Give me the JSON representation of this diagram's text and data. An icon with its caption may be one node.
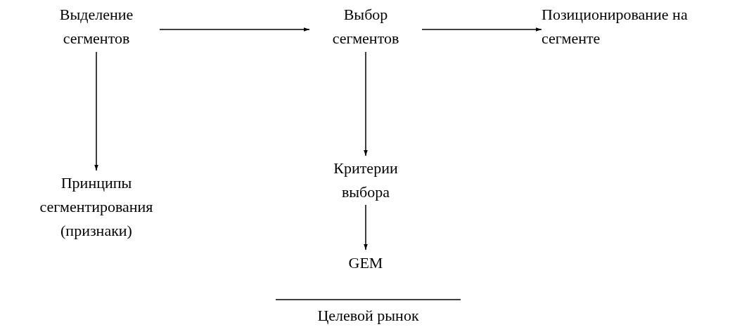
{
  "diagram": {
    "nodes": [
      {
        "text": [
          "Выделение сегментов"
        ]
      },
      {
        "text": [
          "Выбор сегментов"
        ]
      },
      {
        "text": [
          "Позиционирование на сегменте"
        ]
      },
      {
        "text": [
          "Принципы сегментирования (признаки)"
        ]
      },
      {
        "text": [
          "Критерии выбора"
        ]
      },
      {
        "text": [
          "GEM"
        ]
      },
      {
        "text": [
          "Целевой рынок"
        ]
      }
    ],
    "edges": [
      {
        "from": 0,
        "to": 1,
        "arrow": "to"
      },
      {
        "from": 1,
        "to": 2,
        "arrow": "to"
      },
      {
        "from": 0,
        "to": 3,
        "arrow": "to"
      },
      {
        "from": 1,
        "to": 4,
        "arrow": "to"
      },
      {
        "from": 4,
        "to": 5,
        "arrow": "to"
      }
    ]
  }
}
